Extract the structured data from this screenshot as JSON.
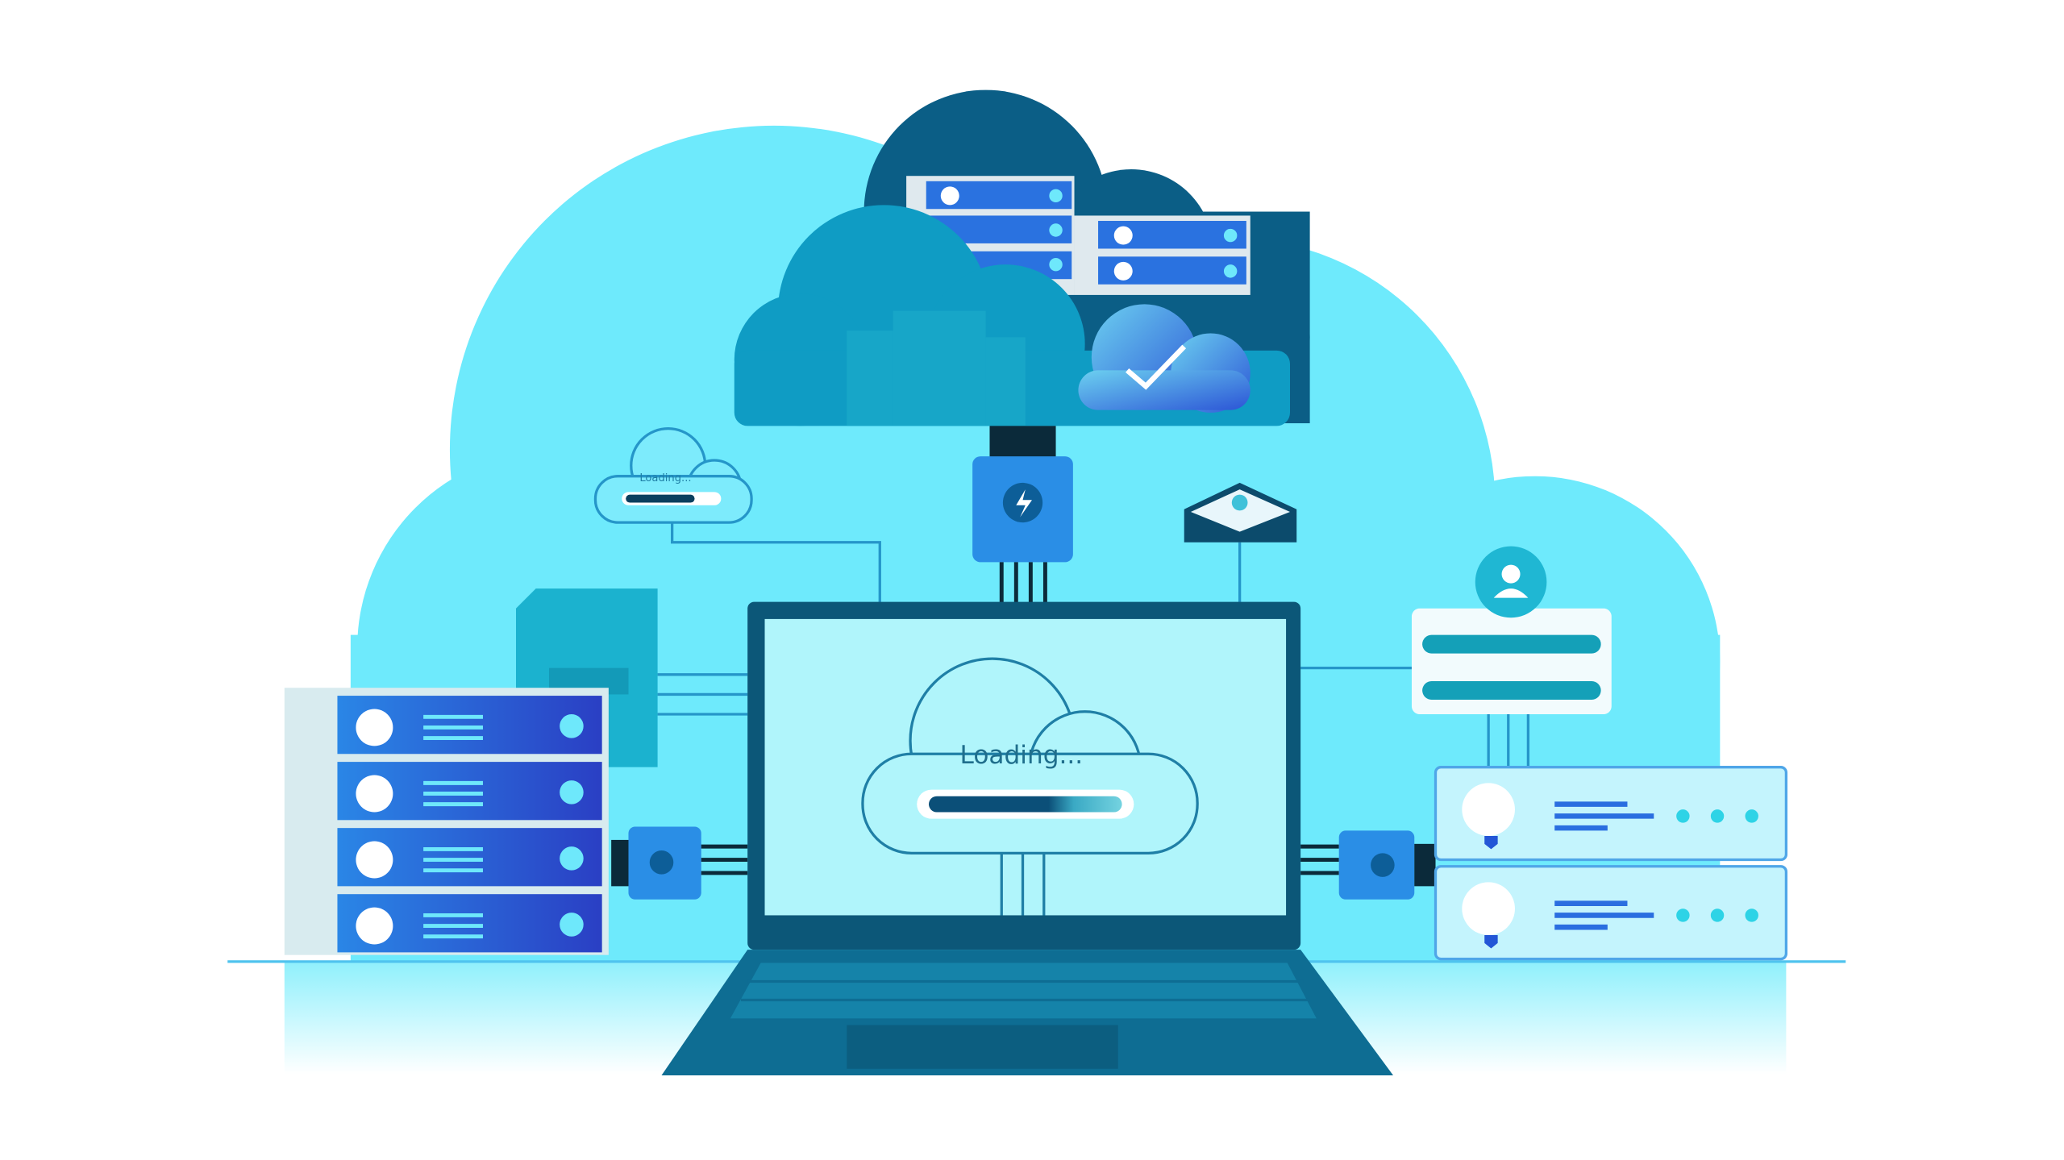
{
  "illustration": {
    "laptop_screen": {
      "loading_text": "Loading...",
      "progress_percent": 70
    },
    "small_cloud": {
      "loading_text": "Loading...",
      "progress_percent": 75
    },
    "colors": {
      "background_cloud": "#6eeafc",
      "dark_cloud": "#0b5e86",
      "mid_cloud": "#0f9cc4",
      "laptop_frame": "#0c5778",
      "laptop_screen": "#b0f5fb",
      "server_blue": "#2356d6",
      "server_light": "#c4f4fd",
      "accent": "#2aa7e6"
    },
    "icons": [
      "cloud-upload-icon",
      "check-icon",
      "lightning-icon",
      "location-pin-icon",
      "envelope-icon",
      "user-icon",
      "shield-icon",
      "document-icon"
    ]
  }
}
